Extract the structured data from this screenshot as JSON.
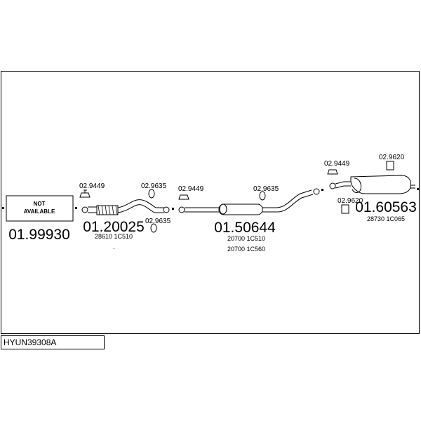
{
  "diagram": {
    "assembly_code": "HYUN39308A",
    "not_available": {
      "line1": "NOT",
      "line2": "AVAILABLE"
    },
    "sections": [
      {
        "number": "01.99930"
      },
      {
        "number": "01.20025",
        "oem": [
          "28610 1C510"
        ]
      },
      {
        "number": "01.50644",
        "oem": [
          "20700 1C510",
          "20700 1C560"
        ]
      },
      {
        "number": "01.60563",
        "oem": [
          "28730 1C065"
        ]
      }
    ],
    "accessories": {
      "a1": "02.9449",
      "a2": "02.9635",
      "a3": "02.9635",
      "a4": "02.9449",
      "a5": "02.9635",
      "a6": "02.9449",
      "a7": "02.9620",
      "a8": "02.9620"
    }
  }
}
